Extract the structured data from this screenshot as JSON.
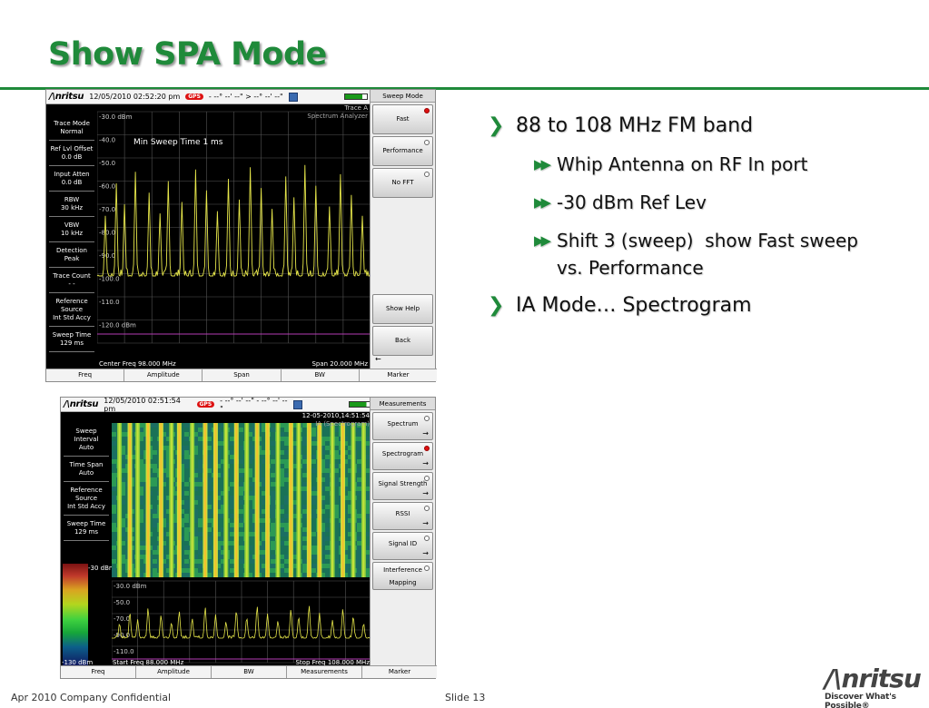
{
  "slide": {
    "title": "Show SPA Mode",
    "footer_left": "Apr 2010 Company Confidential",
    "footer_center": "Slide 13",
    "brand": "/\\nritsu",
    "tagline": "Discover What's Possible®"
  },
  "colors": {
    "accent": "#1f8a3a",
    "trace": "#e6e64a",
    "spectrogram": "#2e8a3a"
  },
  "bullets": [
    {
      "text": "88 to 108 MHz FM band",
      "icon": "chevron-right-icon",
      "sub": [
        {
          "text": "Whip Antenna on RF In port",
          "icon": "double-arrow-icon"
        },
        {
          "text": "-30 dBm Ref Lev",
          "icon": "double-arrow-icon"
        },
        {
          "text": "Shift 3 (sweep)  show Fast sweep vs. Performance",
          "icon": "double-arrow-icon"
        }
      ]
    },
    {
      "text": "IA Mode… Spectrogram",
      "icon": "chevron-right-icon",
      "sub": []
    }
  ],
  "screen1": {
    "logo": "/\\nritsu",
    "timestamp": "12/05/2010 02:52:20 pm",
    "gps": "GPS",
    "coords": "- --° --' --\" > --° --' --\"",
    "trace_label": "Trace A",
    "mode_label": "Spectrum Analyzer",
    "overlay": "Min Sweep Time   1 ms",
    "left_panel": [
      {
        "title": "Trace Mode",
        "value": "Normal"
      },
      {
        "title": "Ref Lvl Offset",
        "value": "0.0 dB"
      },
      {
        "title": "Input Atten",
        "value": "0.0 dB"
      },
      {
        "title": "RBW",
        "value": "30 kHz"
      },
      {
        "title": "VBW",
        "value": "10 kHz"
      },
      {
        "title": "Detection",
        "value": "Peak"
      },
      {
        "title": "Trace Count",
        "value": "- -"
      },
      {
        "title": "Reference Source",
        "value": "Int Std Accy"
      },
      {
        "title": "Sweep Time",
        "value": "129 ms"
      }
    ],
    "y_labels": [
      "-30.0 dBm",
      "-40.0",
      "-50.0",
      "-60.0",
      "-70.0",
      "-80.0",
      "-90.0",
      "-100.0",
      "-110.0",
      "-120.0 dBm"
    ],
    "center_freq": "Center Freq 98.000 MHz",
    "span": "Span 20.000 MHz",
    "softkey_header": "Sweep Mode",
    "softkeys": [
      {
        "label": "Fast",
        "radio": "on"
      },
      {
        "label": "Performance",
        "radio": "off"
      },
      {
        "label": "No FFT",
        "radio": "off"
      },
      {
        "label": "Show Help",
        "radio": ""
      },
      {
        "label": "Back",
        "radio": ""
      }
    ],
    "bottom_menu": [
      "Freq",
      "Amplitude",
      "Span",
      "BW",
      "Marker"
    ]
  },
  "screen2": {
    "logo": "/\\nritsu",
    "timestamp": "12/05/2010 02:51:54 pm",
    "gps": "GPS",
    "coords": "- --° --' --\" - --° --' --\"",
    "date_label": "12-05-2010,14:51:54",
    "mode_label": "IA (Spectrogram)",
    "left_panel": [
      {
        "title": "Sweep Interval",
        "value": "Auto"
      },
      {
        "title": "Time Span",
        "value": "Auto"
      },
      {
        "title": "Reference Source",
        "value": "Int Std Accy"
      },
      {
        "title": "Sweep Time",
        "value": "129 ms"
      }
    ],
    "scale_top": "-30 dBm",
    "scale_bottom": "-130 dBm",
    "y_labels": [
      "-30.0 dBm",
      "-50.0",
      "-70.0",
      "-90.0",
      "-110.0"
    ],
    "start_freq": "Start Freq 88.000 MHz",
    "stop_freq": "Stop Freq 108.000 MHz",
    "softkey_header": "Measurements",
    "softkeys": [
      {
        "label": "Spectrum",
        "radio": "off"
      },
      {
        "label": "Spectrogram",
        "radio": "on"
      },
      {
        "label": "Signal Strength",
        "radio": "off"
      },
      {
        "label": "RSSI",
        "radio": "off"
      },
      {
        "label": "Signal ID",
        "radio": "off"
      },
      {
        "label": "Interference",
        "label2": "Mapping",
        "radio": "off"
      }
    ],
    "bottom_menu": [
      "Freq",
      "Amplitude",
      "BW",
      "Measurements",
      "Marker"
    ]
  }
}
